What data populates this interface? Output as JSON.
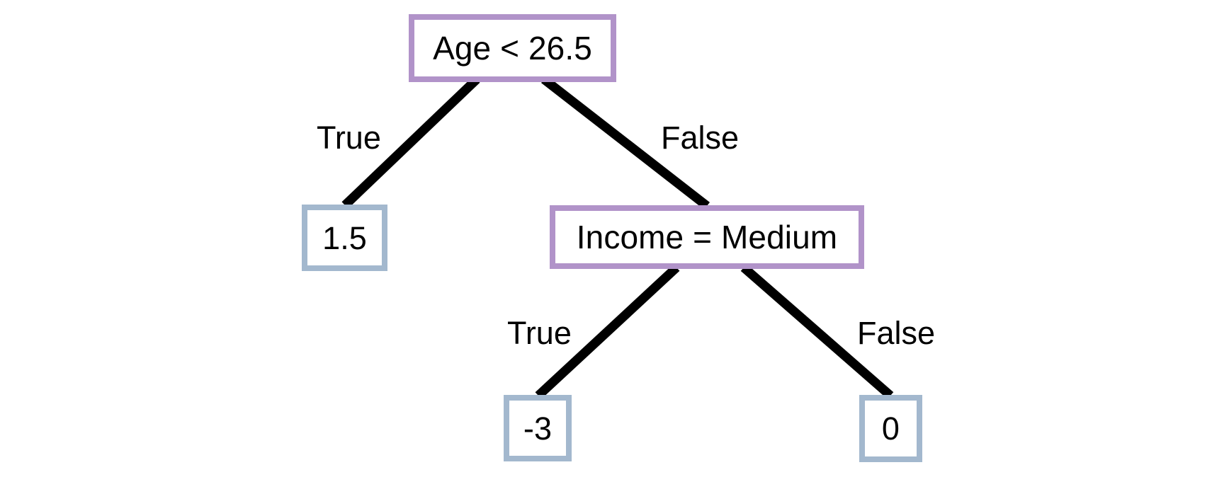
{
  "diagram": {
    "title": "decision-tree",
    "type": "decision-tree",
    "colors": {
      "decision_node_border": "#b193c9",
      "leaf_node_border": "#a3b8ce",
      "node_fill": "#ffffff",
      "edge_stroke": "#000000",
      "text": "#000000",
      "background": "#ffffff"
    },
    "nodes": [
      {
        "id": "root",
        "kind": "decision",
        "label": "Age < 26.5"
      },
      {
        "id": "leaf_15",
        "kind": "leaf",
        "label": "1.5"
      },
      {
        "id": "income",
        "kind": "decision",
        "label": "Income = Medium"
      },
      {
        "id": "leaf_neg3",
        "kind": "leaf",
        "label": "-3"
      },
      {
        "id": "leaf_zero",
        "kind": "leaf",
        "label": "0"
      }
    ],
    "edges": [
      {
        "id": "root_true",
        "from": "root",
        "to": "leaf_15",
        "label": "True"
      },
      {
        "id": "root_false",
        "from": "root",
        "to": "income",
        "label": "False"
      },
      {
        "id": "income_true",
        "from": "income",
        "to": "leaf_neg3",
        "label": "True"
      },
      {
        "id": "income_false",
        "from": "income",
        "to": "leaf_zero",
        "label": "False"
      }
    ]
  }
}
